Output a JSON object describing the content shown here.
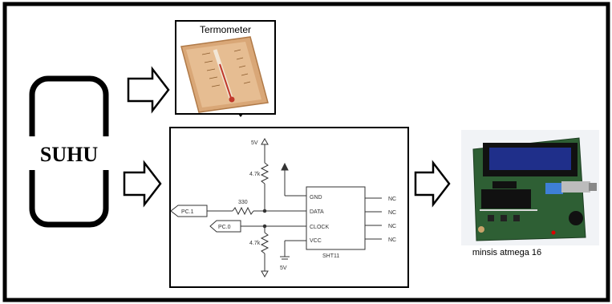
{
  "diagram": {
    "source_label": "SUHU",
    "thermometer_label": "Termometer",
    "mcu_caption": "minsis atmega 16",
    "schematic": {
      "chip_name": "SHT11",
      "pins": [
        "GND",
        "DATA",
        "CLOCK",
        "VCC"
      ],
      "nc_labels": [
        "NC",
        "NC",
        "NC",
        "NC"
      ],
      "supply_top": "5V",
      "supply_bottom": "5V",
      "resistor_top": "4.7k",
      "resistor_series": "330",
      "resistor_bottom": "4.7k",
      "port_data": "PC.1",
      "port_clock": "PC.0"
    }
  },
  "colors": {
    "frame": "#000000",
    "arrow_fill": "#ffffff",
    "board_green": "#2e5f34",
    "lcd": "#1f2f8a",
    "thermo_wood": "#d9a777"
  }
}
